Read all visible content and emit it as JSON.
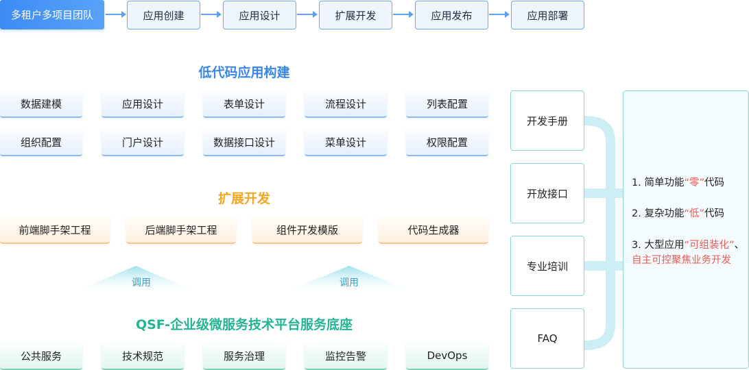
{
  "flow": {
    "steps": [
      "多租户多项目团队",
      "应用创建",
      "应用设计",
      "扩展开发",
      "应用发布",
      "应用部署"
    ]
  },
  "low_code": {
    "title": "低代码应用构建",
    "items": [
      "数据建模",
      "应用设计",
      "表单设计",
      "流程设计",
      "列表配置",
      "组织配置",
      "门户设计",
      "数据接口设计",
      "菜单设计",
      "权限配置"
    ]
  },
  "extension": {
    "title": "扩展开发",
    "items": [
      "前端脚手架工程",
      "后端脚手架工程",
      "组件开发模版",
      "代码生成器"
    ]
  },
  "call_labels": [
    "调用",
    "调用"
  ],
  "platform": {
    "title": "QSF-企业级微服务技术平台服务底座",
    "items": [
      "公共服务",
      "技术规范",
      "服务治理",
      "监控告警",
      "DevOps"
    ]
  },
  "support": {
    "items": [
      "开发手册",
      "开放接口",
      "专业培训",
      "FAQ"
    ]
  },
  "summary": {
    "items": [
      {
        "prefix": "1. 简单功能",
        "highlight": "“零”",
        "suffix": "代码"
      },
      {
        "prefix": "2. 复杂功能",
        "highlight": "“低”",
        "suffix": "代码"
      },
      {
        "prefix": "3. 大型应用",
        "highlight": "“可组装化”",
        "suffix": "、",
        "highlight2": "自主可控聚焦业务开发"
      }
    ]
  },
  "colors": {
    "accent_blue": "#3a86e8",
    "accent_orange": "#f5a623",
    "accent_green": "#22b495",
    "highlight_red": "#f05a5a",
    "connector_cyan": "#cdeef5"
  }
}
